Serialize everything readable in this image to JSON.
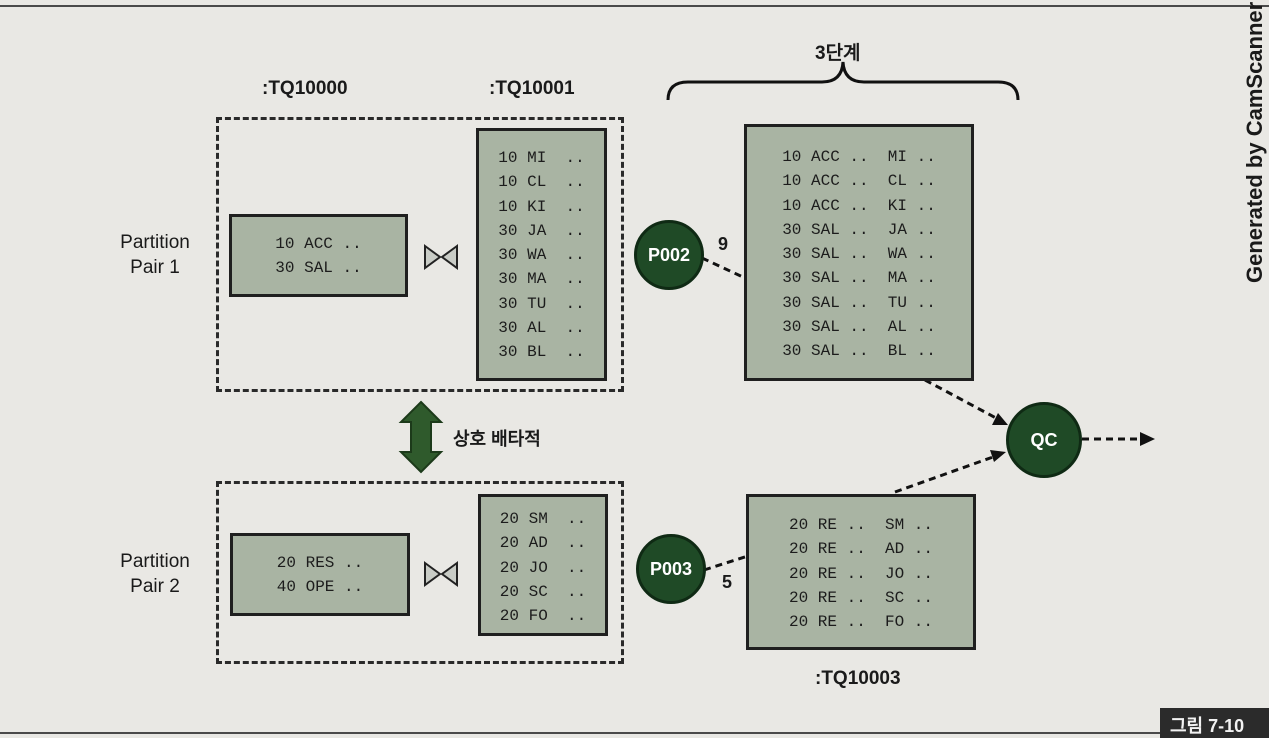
{
  "labels": {
    "tq10000": ":TQ10000",
    "tq10001": ":TQ10001",
    "tq10003": ":TQ10003",
    "stage3": "3단계",
    "partition_pair_1_line1": "Partition",
    "partition_pair_1_line2": "Pair 1",
    "partition_pair_2_line1": "Partition",
    "partition_pair_2_line2": "Pair 2",
    "mutual_exclusive": "상호 배타적",
    "figure_number": "그림 7-10",
    "watermark": "Generated by CamScanner"
  },
  "nodes": {
    "p002": "P002",
    "p003": "P003",
    "qc": "QC"
  },
  "edge_labels": {
    "p002_rows": "9",
    "p003_rows": "5"
  },
  "pair1": {
    "left_rows": [
      "10 ACC ..",
      "30 SAL .."
    ],
    "right_rows": [
      "10 MI  ..",
      "10 CL  ..",
      "10 KI  ..",
      "30 JA  ..",
      "30 WA  ..",
      "30 MA  ..",
      "30 TU  ..",
      "30 AL  ..",
      "30 BL  .."
    ]
  },
  "pair2": {
    "left_rows": [
      "20 RES ..",
      "40 OPE .."
    ],
    "right_rows": [
      "20 SM  ..",
      "20 AD  ..",
      "20 JO  ..",
      "20 SC  ..",
      "20 FO  .."
    ]
  },
  "results": {
    "p002_rows": [
      "10 ACC ..  MI ..",
      "10 ACC ..  CL ..",
      "10 ACC ..  KI ..",
      "30 SAL ..  JA ..",
      "30 SAL ..  WA ..",
      "30 SAL ..  MA ..",
      "30 SAL ..  TU ..",
      "30 SAL ..  AL ..",
      "30 SAL ..  BL .."
    ],
    "p003_rows": [
      "20 RE ..  SM ..",
      "20 RE ..  AD ..",
      "20 RE ..  JO ..",
      "20 RE ..  SC ..",
      "20 RE ..  FO .."
    ]
  },
  "colors": {
    "node_fill": "#1f4a26",
    "box_fill": "#a9b4a3",
    "background": "#e9e8e4"
  }
}
